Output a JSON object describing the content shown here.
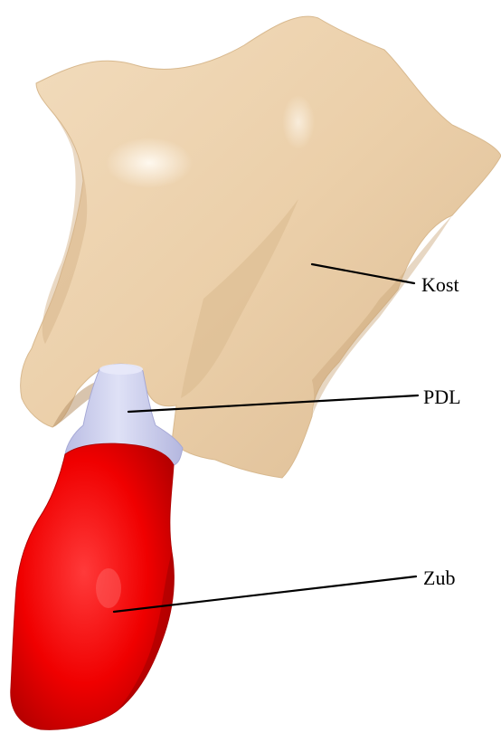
{
  "labels": {
    "bone": "Kost",
    "ligament": "PDL",
    "tooth": "Zub"
  },
  "colors": {
    "bone": "#ebcfa9",
    "bone_shadow": "#cfae85",
    "bone_highlight": "#fbeedd",
    "ligament": "#c9ccec",
    "ligament_shadow": "#a9acd8",
    "tooth": "#ff0000",
    "tooth_shadow": "#b00000",
    "leader_line": "#000000",
    "background": "#ffffff"
  }
}
